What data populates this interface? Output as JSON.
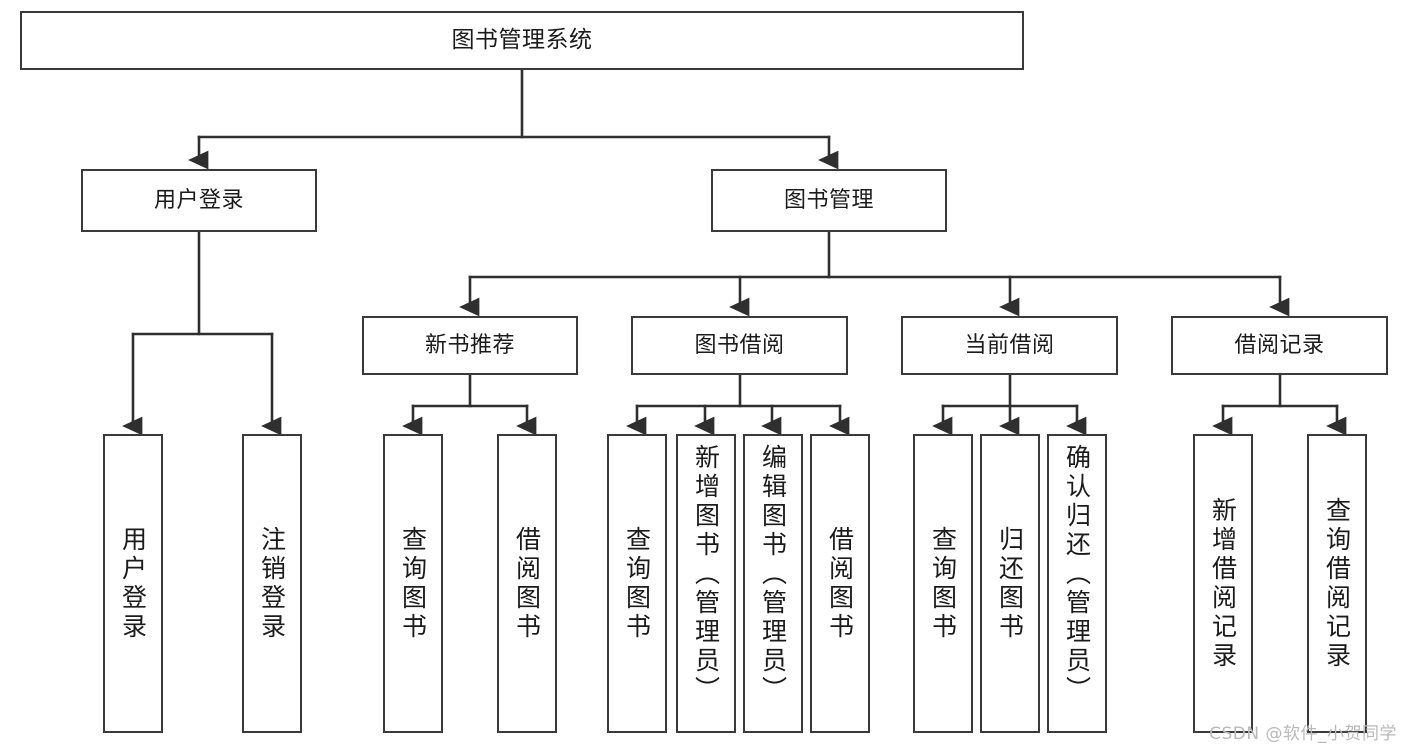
{
  "diagram": {
    "title": "图书管理系统",
    "type": "tree",
    "watermark": "CSDN @软件_小贺同学",
    "colors": {
      "stroke": "#3a3a3a",
      "fill": "#ffffff",
      "text": "#1b1b1b",
      "watermark": "#b9b9b9"
    },
    "root": {
      "label": "图书管理系统"
    },
    "level2": [
      {
        "label": "用户登录"
      },
      {
        "label": "图书管理"
      }
    ],
    "level3": [
      {
        "label": "新书推荐"
      },
      {
        "label": "图书借阅"
      },
      {
        "label": "当前借阅"
      },
      {
        "label": "借阅记录"
      }
    ],
    "leaves": {
      "user_login": [
        {
          "label": "用户登录"
        },
        {
          "label": "注销登录"
        }
      ],
      "new_book_recommend": [
        {
          "label": "查询图书"
        },
        {
          "label": "借阅图书"
        }
      ],
      "book_borrow": [
        {
          "label": "查询图书"
        },
        {
          "label": "新增图书（管理员）"
        },
        {
          "label": "编辑图书（管理员）"
        },
        {
          "label": "借阅图书"
        }
      ],
      "current_borrow": [
        {
          "label": "查询图书"
        },
        {
          "label": "归还图书"
        },
        {
          "label": "确认归还（管理员）"
        }
      ],
      "borrow_record": [
        {
          "label": "新增借阅记录"
        },
        {
          "label": "查询借阅记录"
        }
      ]
    }
  }
}
